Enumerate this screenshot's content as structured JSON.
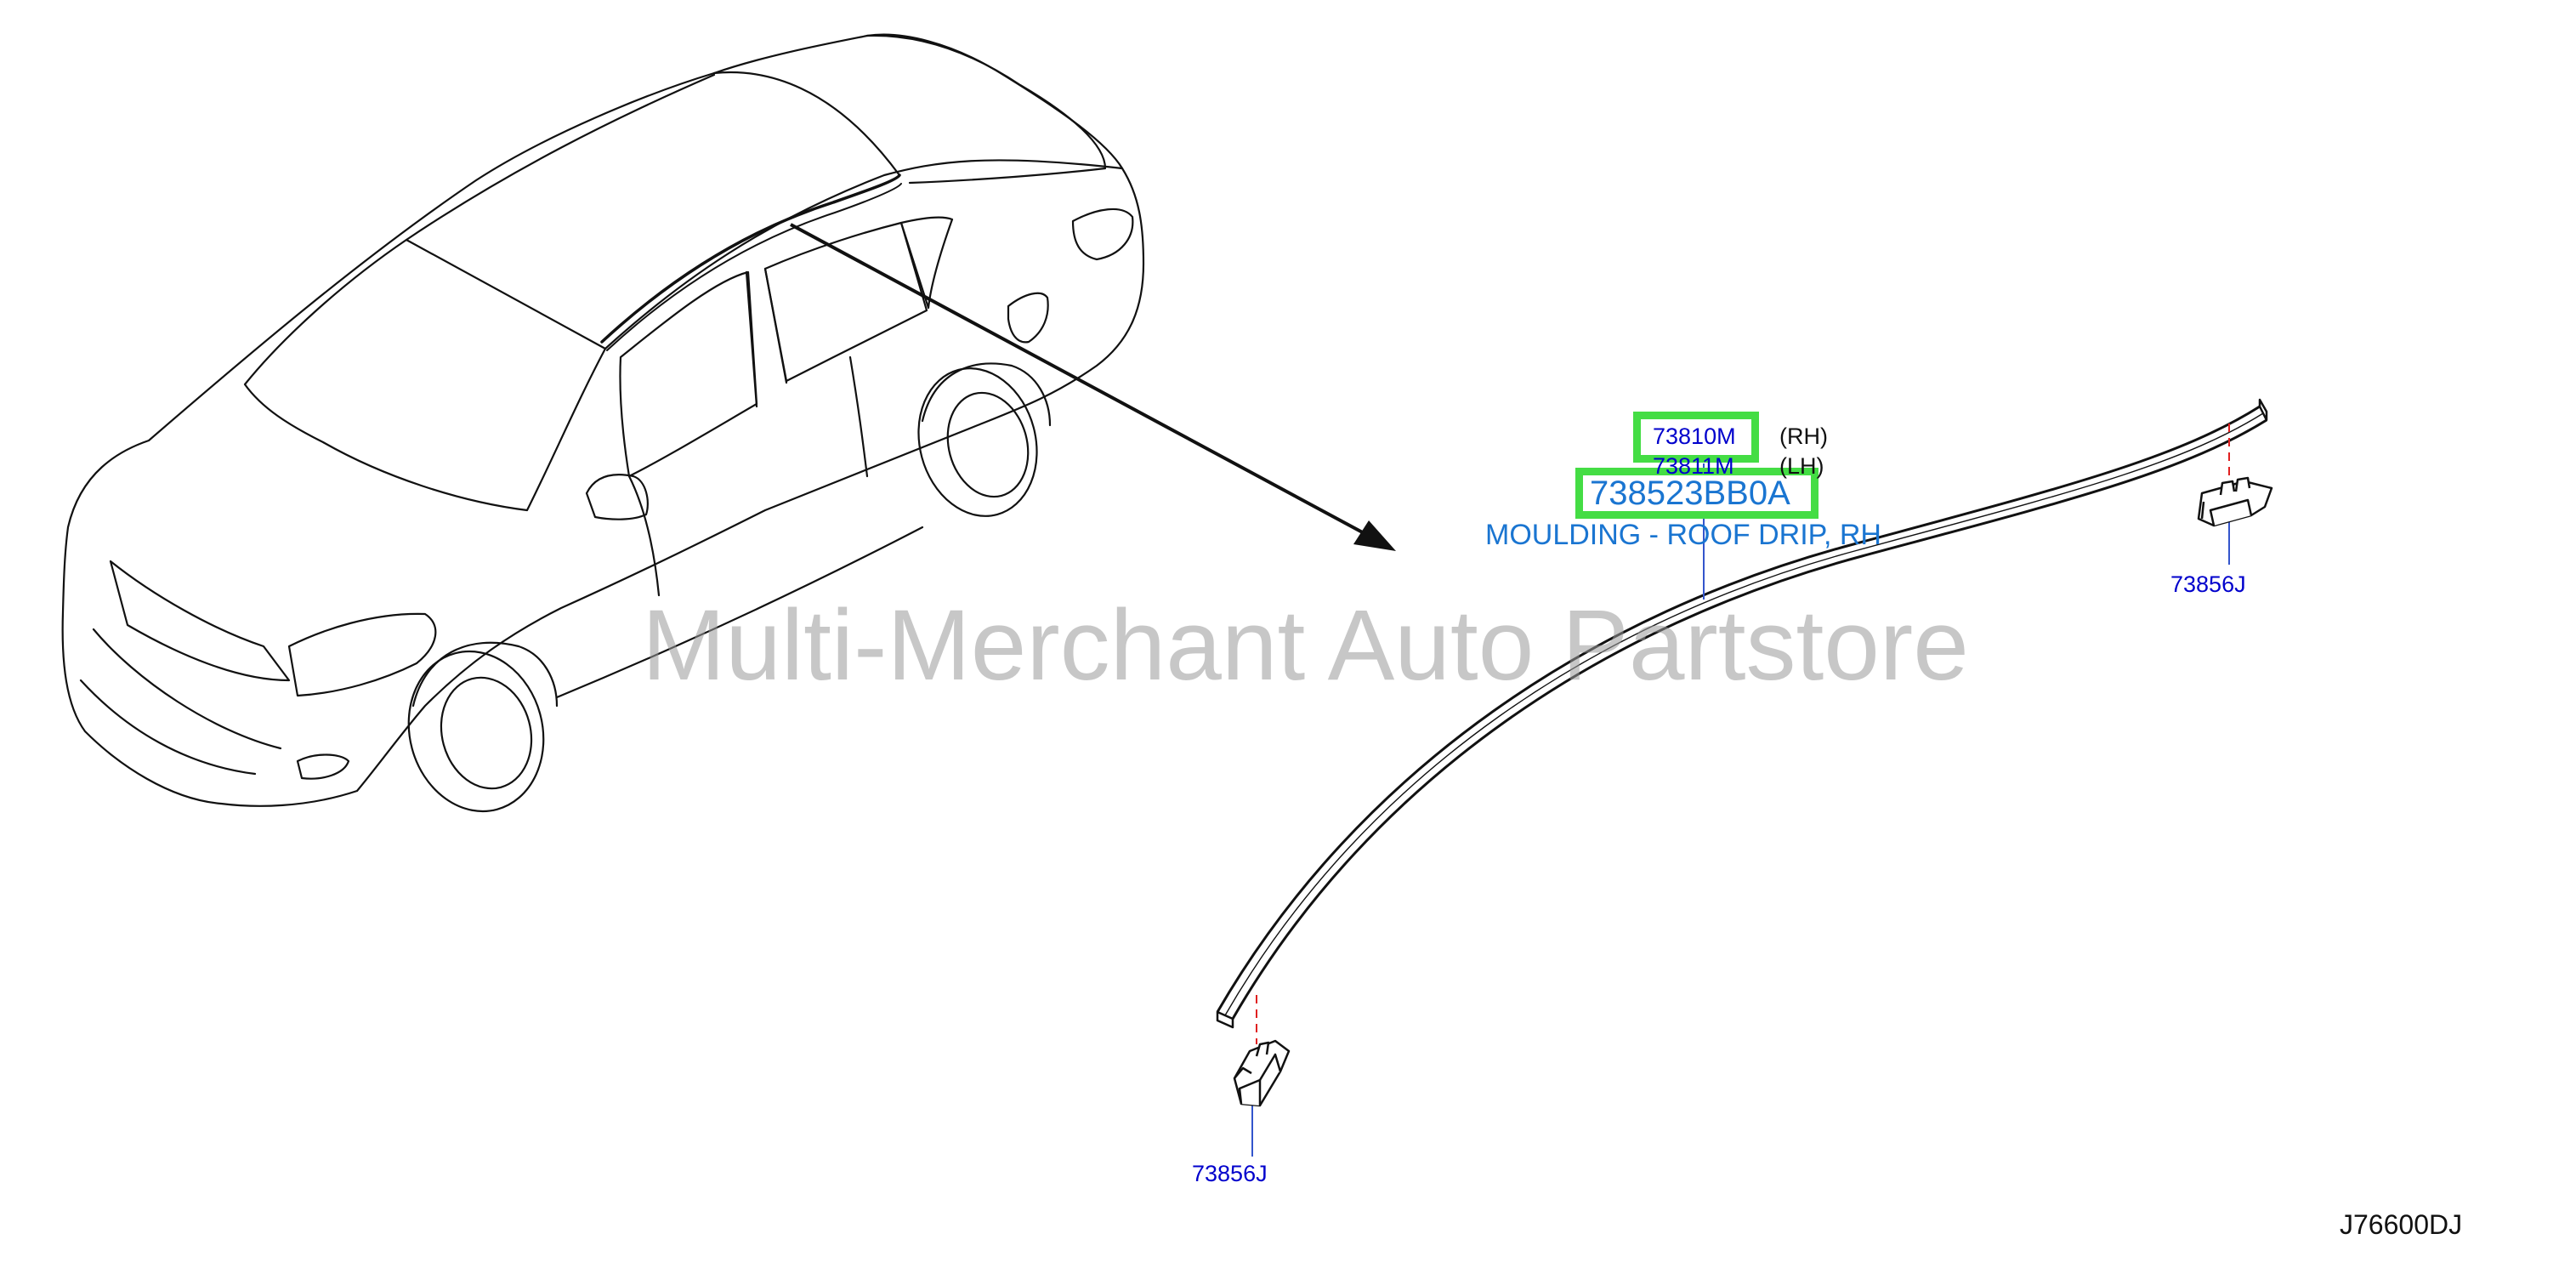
{
  "watermark": "Multi-Merchant Auto Partstore",
  "callouts": {
    "part_rh": "73810M",
    "side_rh": "(RH)",
    "part_lh": "73811M",
    "side_lh": "(LH)",
    "main_part": "738523BB0A",
    "description": "MOULDING - ROOF DRIP, RH",
    "clip_top": "73856J",
    "clip_bottom": "73856J"
  },
  "diagram_id": "J76600DJ",
  "colors": {
    "callout_blue": "#0000cc",
    "description_blue": "#1a75d1",
    "highlight_green": "#44dd44",
    "leader_red": "#e02020",
    "leader_blue": "#3355cc",
    "outline_black": "#111111",
    "watermark_gray": "#9a9a9a"
  },
  "icons": {
    "car": "sedan-outline-icon",
    "moulding": "roof-drip-moulding-icon",
    "clip": "moulding-clip-icon",
    "arrow": "pointer-arrow-icon"
  }
}
